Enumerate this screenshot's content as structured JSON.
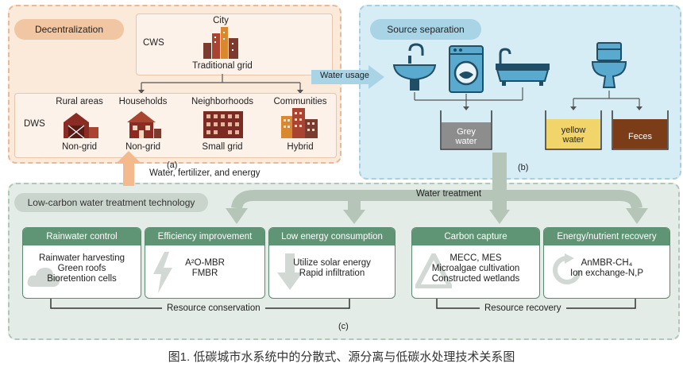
{
  "panel_a": {
    "decentralization": "Decentralization",
    "cws": "CWS",
    "city": "City",
    "traditional_grid": "Traditional grid",
    "dws": "DWS",
    "rural_areas": "Rural areas",
    "households": "Households",
    "neighborhoods": "Neighborhoods",
    "communities": "Communities",
    "non_grid_1": "Non-grid",
    "non_grid_2": "Non-grid",
    "small_grid": "Small grid",
    "hybrid": "Hybrid",
    "label": "(a)",
    "flow_text": "Water, fertilizer, and energy"
  },
  "panel_b": {
    "source_separation": "Source separation",
    "water_usage": "Water usage",
    "grey_water": "Grey water",
    "yellow_water": "yellow water",
    "feces": "Feces",
    "label": "(b)"
  },
  "panel_c": {
    "title": "Low-carbon water treatment technology",
    "water_treatment": "Water treatment",
    "cards": [
      {
        "head": "Rainwater control",
        "lines": [
          "Rainwater harvesting",
          "Green roofs",
          "Bioretention cells"
        ]
      },
      {
        "head": "Efficiency improvement",
        "lines": [
          "A²O-MBR",
          "FMBR"
        ]
      },
      {
        "head": "Low energy consumption",
        "lines": [
          "Utilize solar energy",
          "Rapid infiltration"
        ]
      },
      {
        "head": "Carbon capture",
        "lines": [
          "MECC, MES",
          "Microalgae cultivation",
          "Constructed wetlands"
        ]
      },
      {
        "head": "Energy/nutrient recovery",
        "lines": [
          "AnMBR-CH₄",
          "Ion exchange-N,P"
        ]
      }
    ],
    "resource_conservation": "Resource conservation",
    "resource_recovery": "Resource recovery",
    "label": "(c)"
  },
  "caption": "图1. 低碳城市水系统中的分散式、源分离与低碳水处理技术关系图",
  "colors": {
    "orange": "#f4b98c",
    "blue": "#a9d4e6",
    "green": "#5f9474",
    "grey_arrow": "#b5c6b9"
  }
}
